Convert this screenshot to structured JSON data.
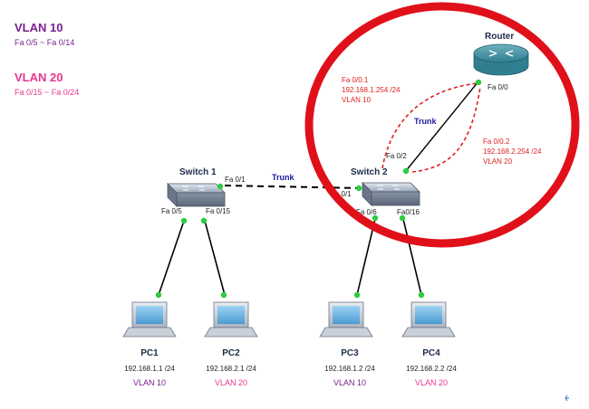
{
  "legend": {
    "vlan10_title": "VLAN 10",
    "vlan10_ports": "Fa 0/5 ~ Fa 0/14",
    "vlan20_title": "VLAN 20",
    "vlan20_ports": "Fa 0/15 ~ Fa 0/24"
  },
  "router": {
    "name": "Router",
    "port": "Fa 0/0"
  },
  "subinterfaces": [
    {
      "port": "Fa 0/0.1",
      "ip": "192.168.1.254 /24",
      "vlan": "VLAN 10"
    },
    {
      "port": "Fa 0/0.2",
      "ip": "192.168.2.254 /24",
      "vlan": "VLAN 20"
    }
  ],
  "switch1": {
    "name": "Switch 1",
    "uplink": "Fa 0/1",
    "port_a": "Fa 0/5",
    "port_b": "Fa 0/15"
  },
  "switch2": {
    "name": "Switch 2",
    "uplink": "Fa 0/2",
    "left_port": "Fa 0/1",
    "port_a": "Fa 0/6",
    "port_b": "Fa0/16"
  },
  "links": {
    "trunk_switches": "Trunk",
    "trunk_router": "Trunk"
  },
  "pcs": [
    {
      "name": "PC1",
      "ip": "192.168.1.1 /24",
      "vlan": "VLAN 10"
    },
    {
      "name": "PC2",
      "ip": "192.168.2.1 /24",
      "vlan": "VLAN 20"
    },
    {
      "name": "PC3",
      "ip": "192.168.1.2 /24",
      "vlan": "VLAN 10"
    },
    {
      "name": "PC4",
      "ip": "192.168.2.2 /24",
      "vlan": "VLAN 20"
    }
  ],
  "colors": {
    "vlan10": "#7a1f8f",
    "vlan20": "#e8368f",
    "subif": "#e02020",
    "highlight_ring": "#e0101a",
    "port_dot": "#2ecc40",
    "trunk_label": "#1a1aa0"
  }
}
